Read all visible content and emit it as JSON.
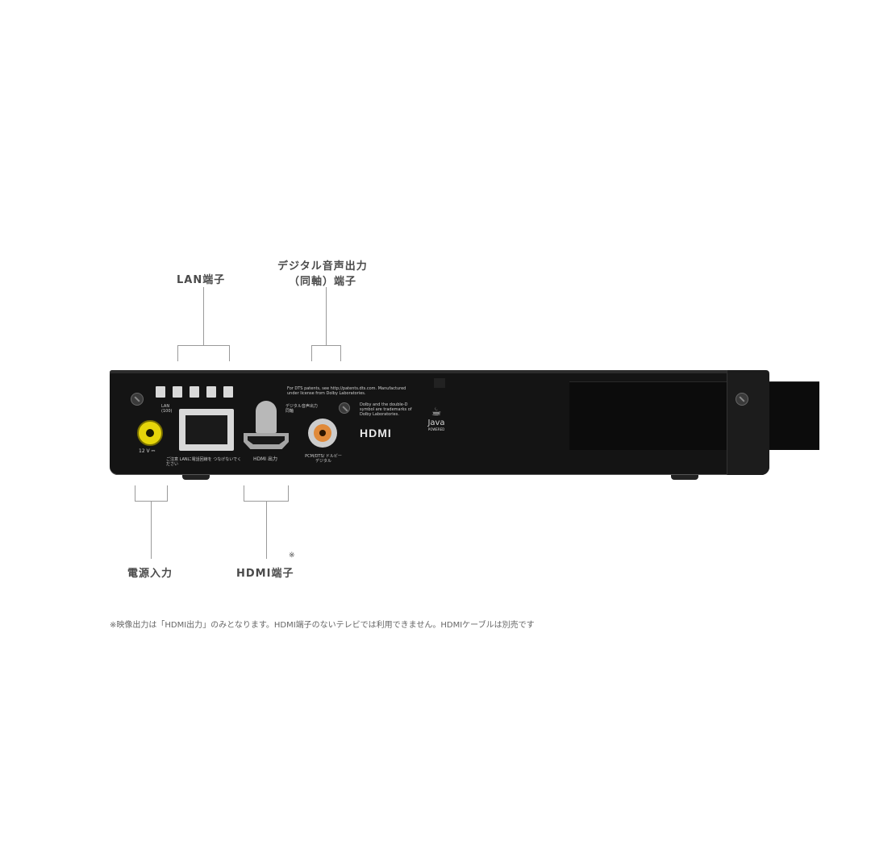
{
  "callouts": {
    "lan": "LAN端子",
    "digital_audio_line1": "デジタル音声出力",
    "digital_audio_line2": "（同軸）端子",
    "power": "電源入力",
    "hdmi": "HDMI端子",
    "hdmi_mark": "※"
  },
  "device": {
    "power_label": "12 V ⎓",
    "lan_label": "LAN (100)",
    "lan_note": "ご注意 LANに電話回線を つなげないでください",
    "hdmi_output_label": "HDMI 出力",
    "digital_audio_label": "デジタル音声出力 同軸",
    "pcm_label": "PCM/DTS/ ドルビーデジタル",
    "license_text_1": "For DTS patents, see http://patents.dts.com. Manufactured under license from Dolby Laboratories.",
    "license_text_2": "Dolby and the double-D symbol are trademarks of Dolby Laboratories.",
    "hdmi_logo": "HDMI",
    "java_logo": "Java",
    "java_sub": "POWERED"
  },
  "footnote": "※映像出力は「HDMI出力」のみとなります。HDMI端子のないテレビでは利用できません。HDMIケーブルは別売です",
  "colors": {
    "background": "#ffffff",
    "device_body": "#141414",
    "power_jack": "#e6d50a",
    "coax_jack": "#e08a3a",
    "callout_text": "#4a4a4a"
  }
}
